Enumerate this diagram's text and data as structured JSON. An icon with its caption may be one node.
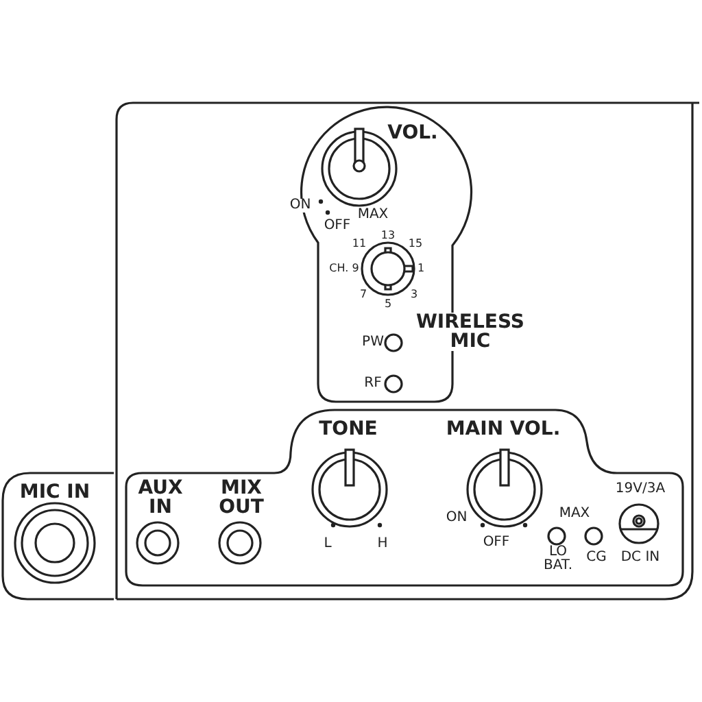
{
  "diagram": {
    "labels": [
      "VOL.",
      "ON",
      "MAX",
      "OFF",
      "11",
      "13",
      "15",
      "CH. 9",
      "1",
      "7",
      "5",
      "3",
      "WIRELESS MIC",
      "PW",
      "RF",
      "TONE",
      "MAIN VOL.",
      "MIC IN",
      "AUX IN",
      "MIX OUT",
      "19V/3A",
      "ON",
      "MAX",
      "L",
      "H",
      "OFF",
      "LO BAT.",
      "CG",
      "DC IN"
    ]
  }
}
